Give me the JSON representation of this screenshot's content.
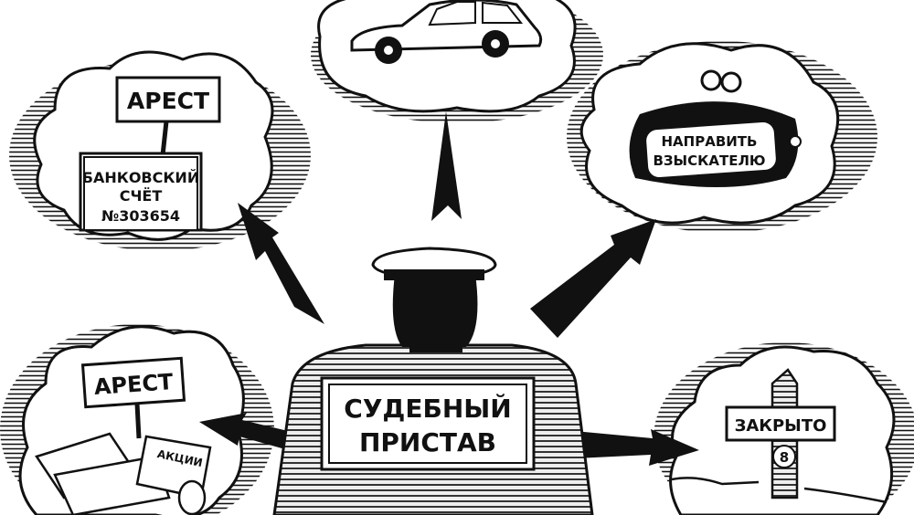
{
  "illustration": {
    "bailiff_sign": {
      "line1": "СУДЕБНЫЙ",
      "line2": "ПРИСТАВ"
    },
    "bank_cloud": {
      "arrest_sign": "АРЕСТ",
      "doc_line1": "БАНКОВСКИЙ",
      "doc_line2": "СЧЁТ",
      "doc_line3": "№303654"
    },
    "wallet_cloud": {
      "line1": "НАПРАВИТЬ",
      "line2": "ВЗЫСКАТЕЛЮ"
    },
    "shares_cloud": {
      "arrest_sign": "АРЕСТ",
      "shares_label": "АКЦИИ"
    },
    "closed_cloud": {
      "sign": "ЗАКРЫТО",
      "number": "8"
    },
    "colors": {
      "ink": "#111111",
      "paper": "#ffffff"
    }
  }
}
